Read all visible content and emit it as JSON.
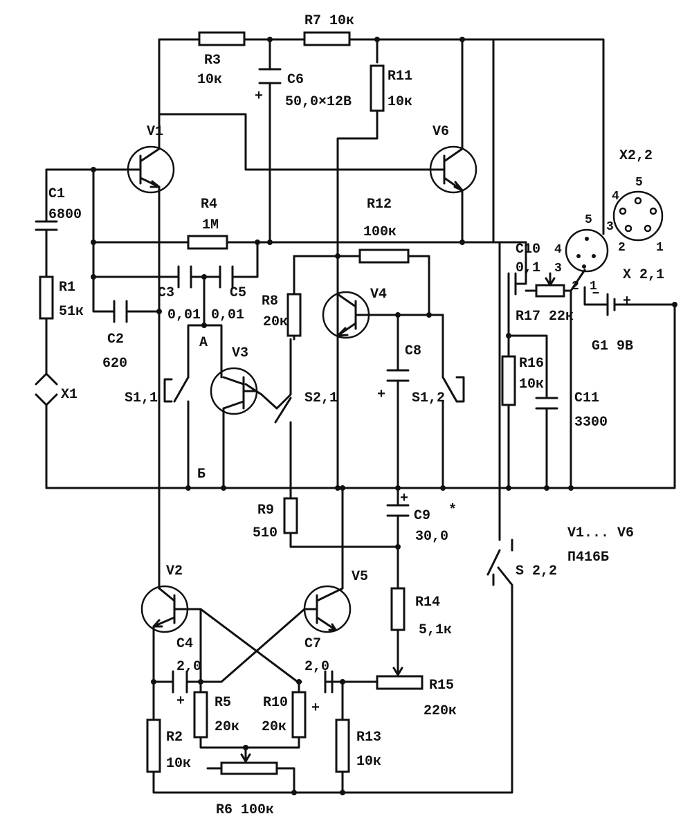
{
  "labels": {
    "r7": "R7  10к",
    "r3a": "R3",
    "r3b": "10к",
    "c6a": "C6",
    "c6b": "50,0×12В",
    "r11a": "R11",
    "r11b": "10к",
    "v1": "V1",
    "v6": "V6",
    "x22": "X2,2",
    "c1a": "C1",
    "c1b": "6800",
    "r4a": "R4",
    "r4b": "1М",
    "r12a": "R12",
    "r12b": "100к",
    "c10a": "C10",
    "c10b": "0,1",
    "x21": "X 2,1",
    "r1a": "R1",
    "r1b": "51к",
    "c3a": "C3",
    "c3b": "0,01",
    "c5a": "C5",
    "c5b": "0,01",
    "r8a": "R8",
    "r8b": "20к",
    "v4": "V4",
    "r17": "R17  22к",
    "g1": "G1  9В",
    "c2a": "C2",
    "c2b": "620",
    "pointA": "А",
    "v3": "V3",
    "c8": "C8",
    "r16a": "R16",
    "r16b": "10к",
    "c11a": "C11",
    "c11b": "3300",
    "x1": "X1",
    "s11": "S1,1",
    "s21": "S2,1",
    "s12": "S1,2",
    "pointB": "Б",
    "r9a": "R9",
    "r9b": "510",
    "c9a": "C9",
    "c9b": "30,0",
    "v1v6": "V1... V6",
    "transistorType": "П416Б",
    "v2": "V2",
    "v5": "V5",
    "s22": "S 2,2",
    "r14a": "R14",
    "r14b": "5,1к",
    "c4a": "C4",
    "c4b": "2,0",
    "c7a": "C7",
    "c7b": "2,0",
    "r15a": "R15",
    "r15b": "220к",
    "r5a": "R5",
    "r5b": "20к",
    "r10a": "R10",
    "r10b": "20к",
    "r13a": "R13",
    "r13b": "10к",
    "r2a": "R2",
    "r2b": "10к",
    "r6": "R6  100к",
    "pinsX21": [
      "1",
      "2",
      "3",
      "4",
      "5"
    ],
    "pinsX22": [
      "1",
      "2",
      "3",
      "4",
      "5"
    ]
  }
}
